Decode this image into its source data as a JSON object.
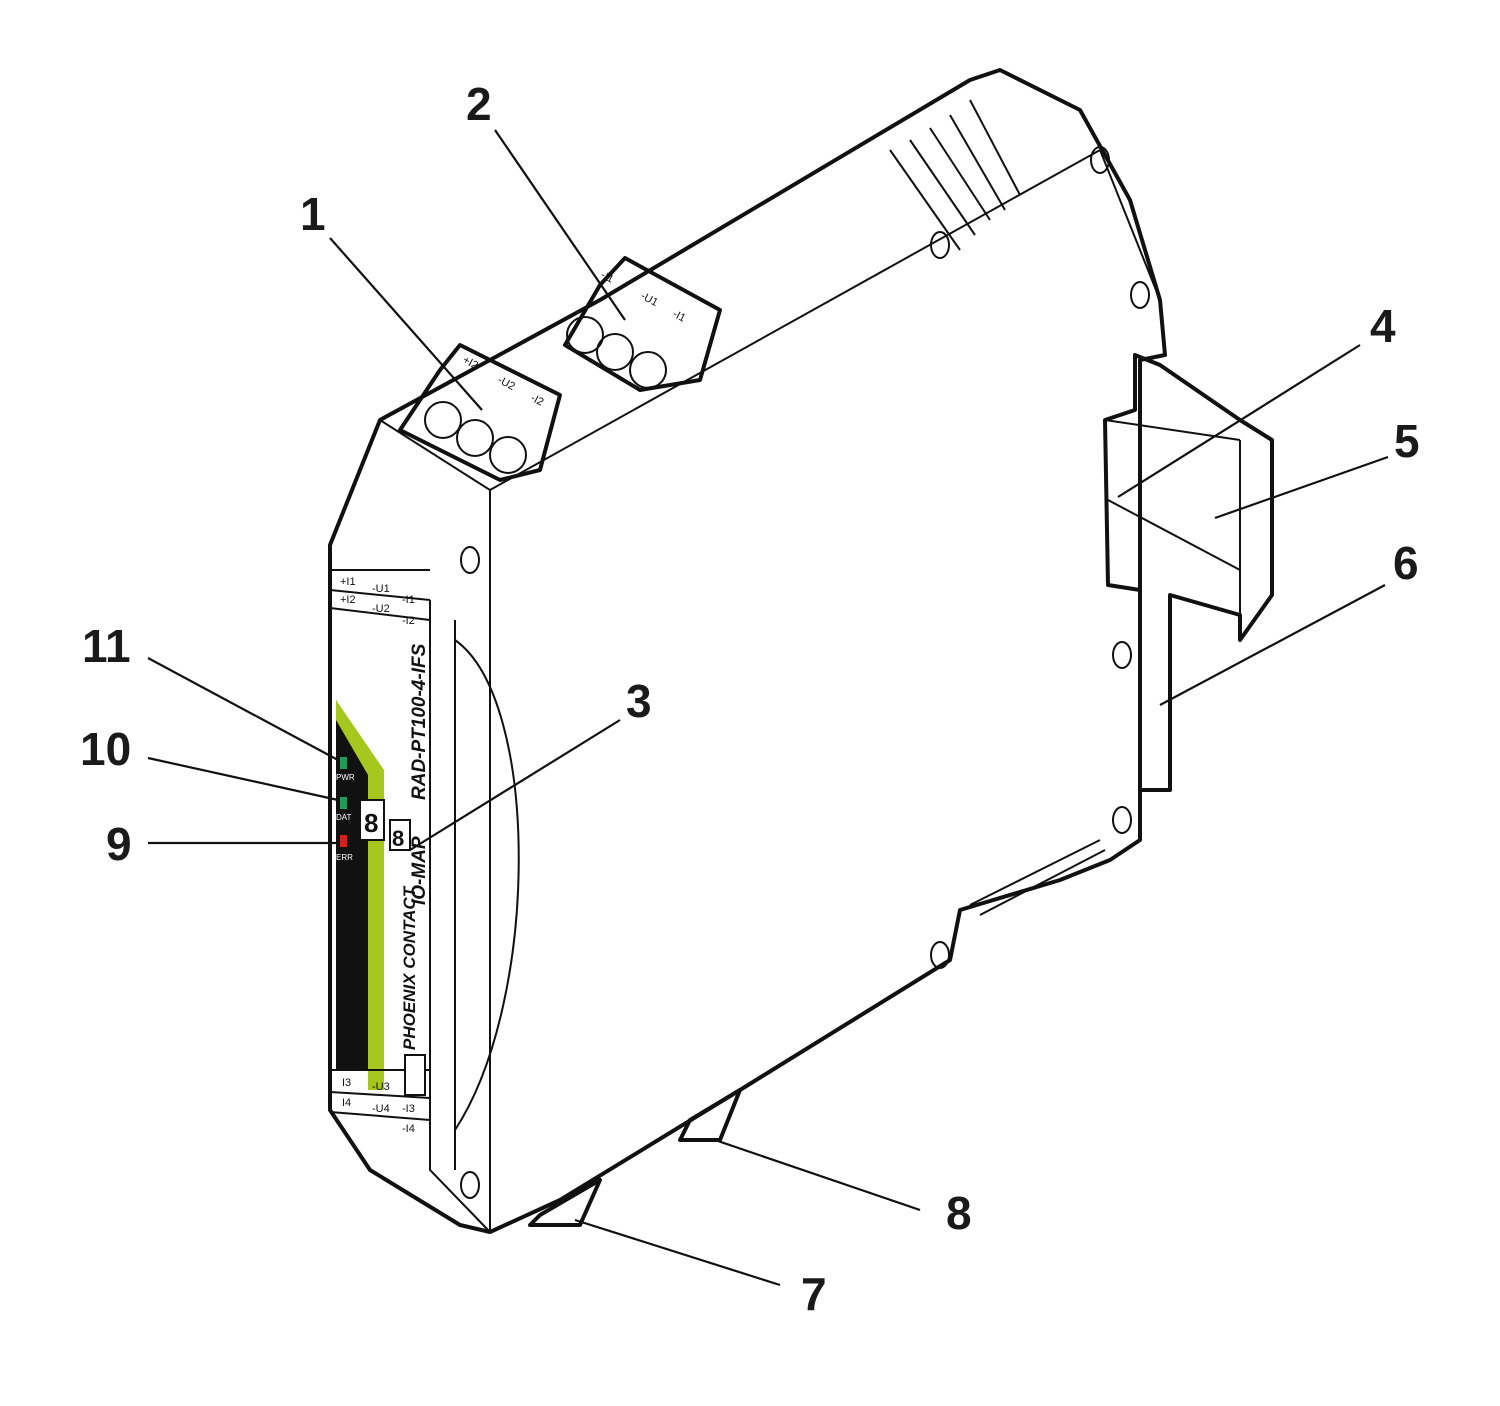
{
  "device": {
    "model": "RAD-PT100-4-IFS",
    "function_label": "IO-MAP",
    "brand": "PHOENIX CONTACT",
    "display_digit": "8",
    "leds": [
      {
        "label": "PWR",
        "color": "#1f9a5a"
      },
      {
        "label": "DAT",
        "color": "#1f9a5a"
      },
      {
        "label": "ERR",
        "color": "#d42020"
      }
    ],
    "accent_color": "#a6c81e",
    "top_terminals_front": [
      "+I2",
      "-U2",
      "-I2"
    ],
    "top_terminals_rear": [
      "-I1",
      "-U1",
      "-I1"
    ],
    "front_labels_top": [
      [
        "+I1",
        "-U1",
        "-I1"
      ],
      [
        "+I2",
        "-U2",
        "-I2"
      ]
    ],
    "front_labels_bottom": [
      [
        "I3",
        "-U3",
        "-I3"
      ],
      [
        "I4",
        "-U4",
        "-I4"
      ]
    ]
  },
  "callouts": [
    "1",
    "2",
    "3",
    "4",
    "5",
    "6",
    "7",
    "8",
    "9",
    "10",
    "11"
  ]
}
